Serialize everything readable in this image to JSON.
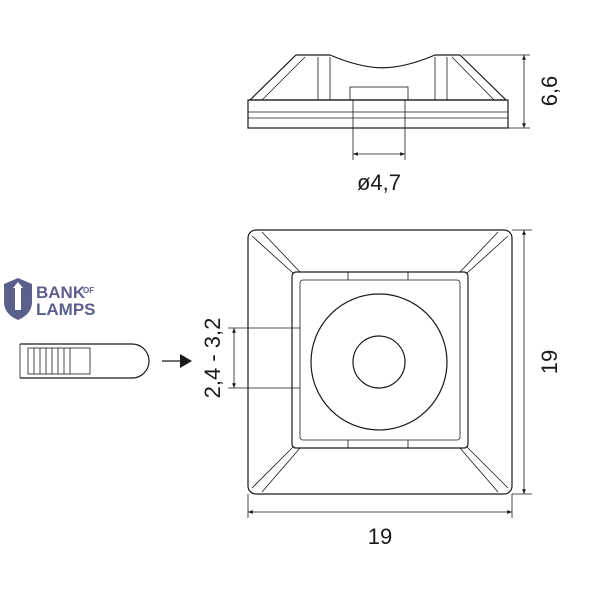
{
  "logo": {
    "line1": "BANK",
    "line1_small": "OF",
    "line2": "LAMPS",
    "color": "#5b5f8c"
  },
  "dimensions": {
    "height_side": "6,6",
    "hole_diameter": "ø4,7",
    "tie_width": "2,4 - 3,2",
    "width": "19",
    "height": "19"
  },
  "colors": {
    "line": "#1a1a1a"
  }
}
